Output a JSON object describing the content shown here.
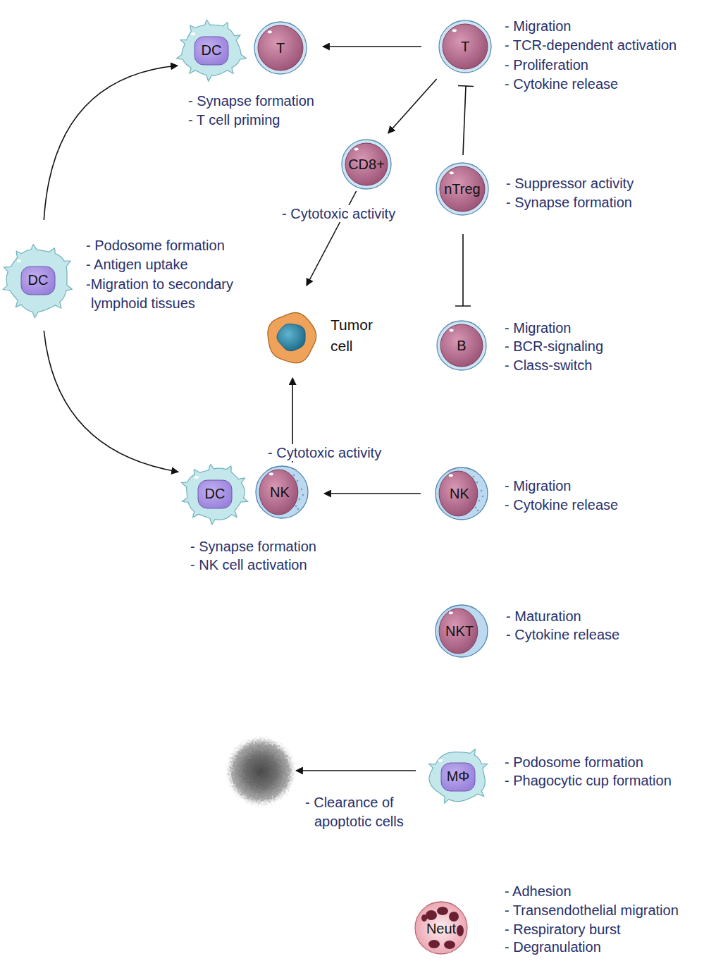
{
  "diagram": {
    "nodes": [
      {
        "text": [
          "DC"
        ]
      },
      {
        "text": [
          "T"
        ]
      },
      {
        "text": [
          "T"
        ]
      },
      {
        "text": [
          "CD8+"
        ]
      },
      {
        "text": [
          "nTreg"
        ]
      },
      {
        "text": [
          "DC"
        ]
      },
      {
        "text": [
          "Tumor cell"
        ]
      },
      {
        "text": [
          "B"
        ]
      },
      {
        "text": [
          "DC"
        ]
      },
      {
        "text": [
          "NK"
        ]
      },
      {
        "text": [
          "NK"
        ]
      },
      {
        "text": [
          "NKT"
        ]
      },
      {
        "text": [
          "MΦ"
        ]
      },
      {
        "text": [
          "Neut"
        ]
      }
    ],
    "edges": [
      {
        "from": 2,
        "to": 1,
        "arrow": "to"
      },
      {
        "from": 5,
        "to": 0,
        "arrow": "to"
      },
      {
        "from": 2,
        "to": 3,
        "arrow": "to"
      },
      {
        "from": 3,
        "to": 6,
        "arrow": "to"
      },
      {
        "from": 4,
        "to": 2,
        "arrow": "to"
      },
      {
        "from": 4,
        "to": 7,
        "arrow": "to"
      },
      {
        "from": 5,
        "to": 8,
        "arrow": "to"
      },
      {
        "from": 10,
        "to": 9,
        "arrow": "to"
      },
      {
        "from": 9,
        "to": 6,
        "arrow": "to"
      }
    ],
    "labels": [
      "- Migration",
      "- TCR-dependent activation",
      "- Proliferation",
      "- Cytokine release",
      "- Synapse formation",
      "- T cell priming",
      "- Suppressor activity",
      "- Synapse formation",
      "- Cytotoxic activity",
      "- Podosome formation",
      "- Antigen uptake",
      "-Migration to secondary lymphoid tissues",
      "- Migration",
      "- BCR-signaling",
      "- Class-switch",
      "- Cytotoxic activity",
      "- Migration",
      "- Cytokine release",
      "- Synapse formation",
      "- NK cell activation",
      "- Maturation",
      "- Cytokine release",
      "- Podosome formation",
      "- Phagocytic cup formation",
      "- Clearance of apoptotic cells",
      "- Adhesion",
      "- Transendothelial migration",
      "- Respiratory burst",
      "- Degranulation"
    ]
  }
}
